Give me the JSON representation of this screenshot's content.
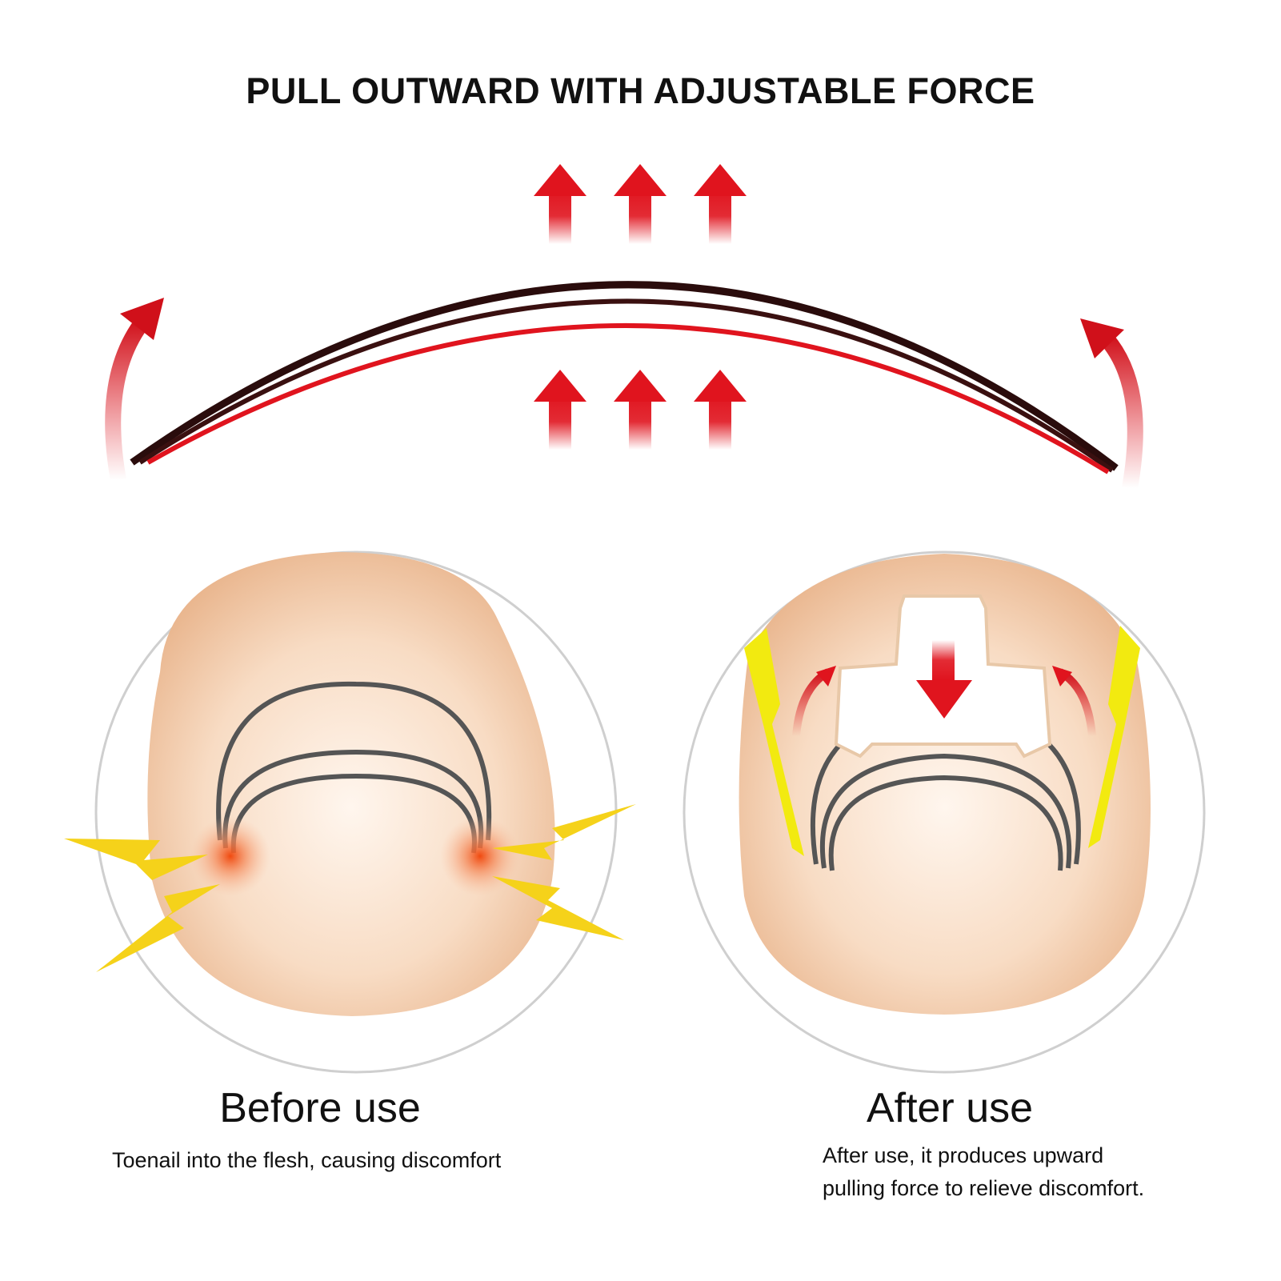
{
  "title": "PULL OUTWARD WITH ADJUSTABLE FORCE",
  "before": {
    "label": "Before use",
    "description": "Toenail into the flesh, causing discomfort"
  },
  "after": {
    "label": "After use",
    "description_line1": "After use, it produces upward",
    "description_line2": "pulling force to relieve discomfort."
  },
  "colors": {
    "arrow_red": "#e0141e",
    "skin": "#f3c9a6",
    "lightning": "#f5d21a",
    "brace_yellow": "#f2ea10",
    "nail_line": "#555555"
  }
}
